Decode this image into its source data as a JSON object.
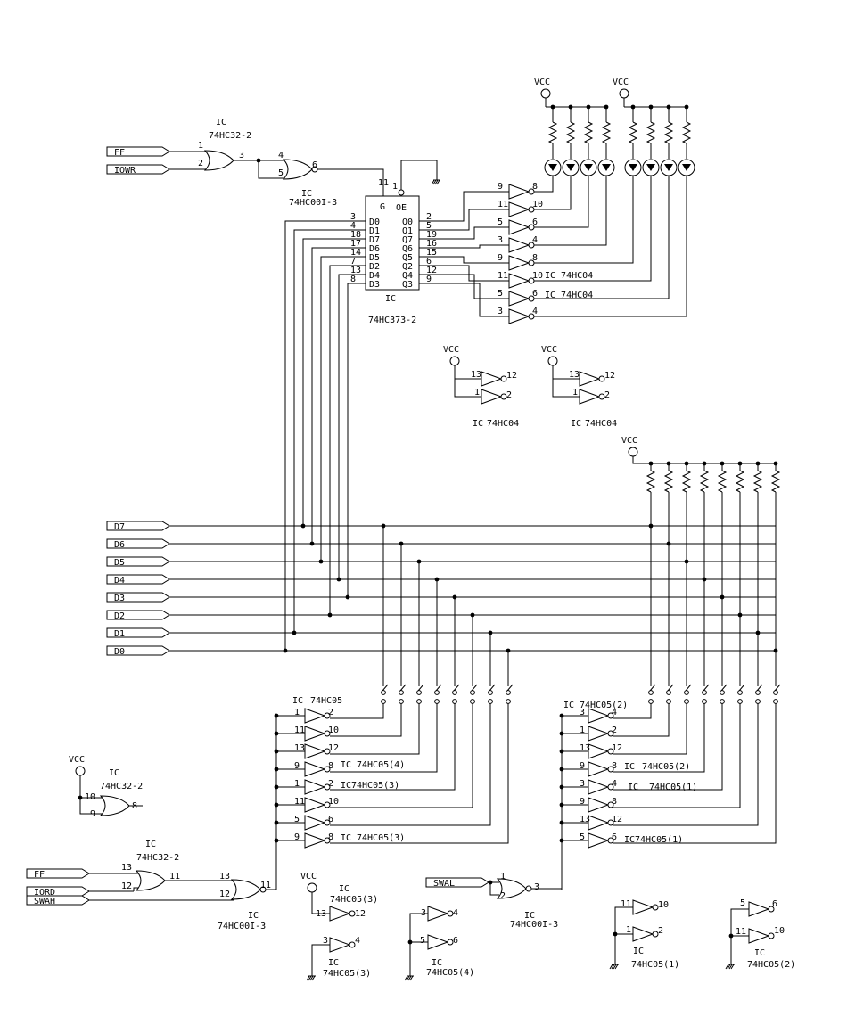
{
  "diagram": {
    "vcc": "VCC",
    "ic": "IC",
    "ports": {
      "ff": "FF",
      "iowr": "IOWR",
      "iord": "IORD",
      "swah": "SWAH",
      "swal": "SWAL",
      "bus": [
        "D7",
        "D6",
        "D5",
        "D4",
        "D3",
        "D2",
        "D1",
        "D0"
      ]
    },
    "parts": {
      "hc32_2": "74HC32-2",
      "hc00_3": "74HC00I-3",
      "hc373_2": "74HC373-2",
      "hc04": "74HC04",
      "ic_hc04": "IC 74HC04",
      "hc05": "74HC05",
      "hc05_1": "74HC05(1)",
      "hc05_2": "74HC05(2)",
      "hc05_3": "74HC05(3)",
      "hc05_4": "74HC05(4)"
    },
    "latch": {
      "left_pins": [
        "3",
        "4",
        "18",
        "17",
        "14",
        "7",
        "13",
        "8"
      ],
      "left_names": [
        "D0",
        "D1",
        "D7",
        "D6",
        "D5",
        "D2",
        "D4",
        "D3"
      ],
      "right_names": [
        "Q0",
        "Q1",
        "Q7",
        "Q6",
        "Q5",
        "Q2",
        "Q4",
        "Q3"
      ],
      "right_pins": [
        "2",
        "5",
        "19",
        "16",
        "15",
        "6",
        "12",
        "9"
      ],
      "g": "G",
      "g_pin": "11",
      "oe": "OE",
      "oe_pin": "1"
    },
    "led_drivers": {
      "in": [
        "9",
        "11",
        "5",
        "3",
        "9",
        "11",
        "5",
        "3"
      ],
      "out": [
        "8",
        "10",
        "6",
        "4",
        "8",
        "10",
        "6",
        "4"
      ]
    },
    "buffers_left": {
      "in": [
        "1",
        "11",
        "13",
        "9",
        "1",
        "11",
        "5",
        "9"
      ],
      "out": [
        "2",
        "10",
        "12",
        "8",
        "2",
        "10",
        "6",
        "8"
      ]
    },
    "buffers_right": {
      "in": [
        "3",
        "1",
        "13",
        "9",
        "3",
        "9",
        "13",
        "5"
      ],
      "out": [
        "4",
        "2",
        "12",
        "8",
        "4",
        "8",
        "12",
        "6"
      ]
    },
    "pins": {
      "or_top": [
        "1",
        "2",
        "3"
      ],
      "nand_top": [
        "4",
        "5",
        "6"
      ],
      "or_mid": [
        "10",
        "9",
        "8"
      ],
      "or_bot": [
        "13",
        "12",
        "11"
      ],
      "nand_bot": [
        "13",
        "12",
        "11"
      ],
      "nand_right": [
        "1",
        "2",
        "3"
      ],
      "spare_inv_a": [
        "13",
        "12",
        "1",
        "2"
      ],
      "spare_inv_b": [
        "13",
        "12",
        "1",
        "2"
      ],
      "spare_05_3": [
        "13",
        "12",
        "3",
        "4"
      ],
      "spare_05_4": [
        "3",
        "4",
        "5",
        "6"
      ],
      "spare_05_1": [
        "11",
        "10",
        "1",
        "2"
      ],
      "spare_05_2": [
        "5",
        "6",
        "11",
        "10"
      ]
    }
  }
}
